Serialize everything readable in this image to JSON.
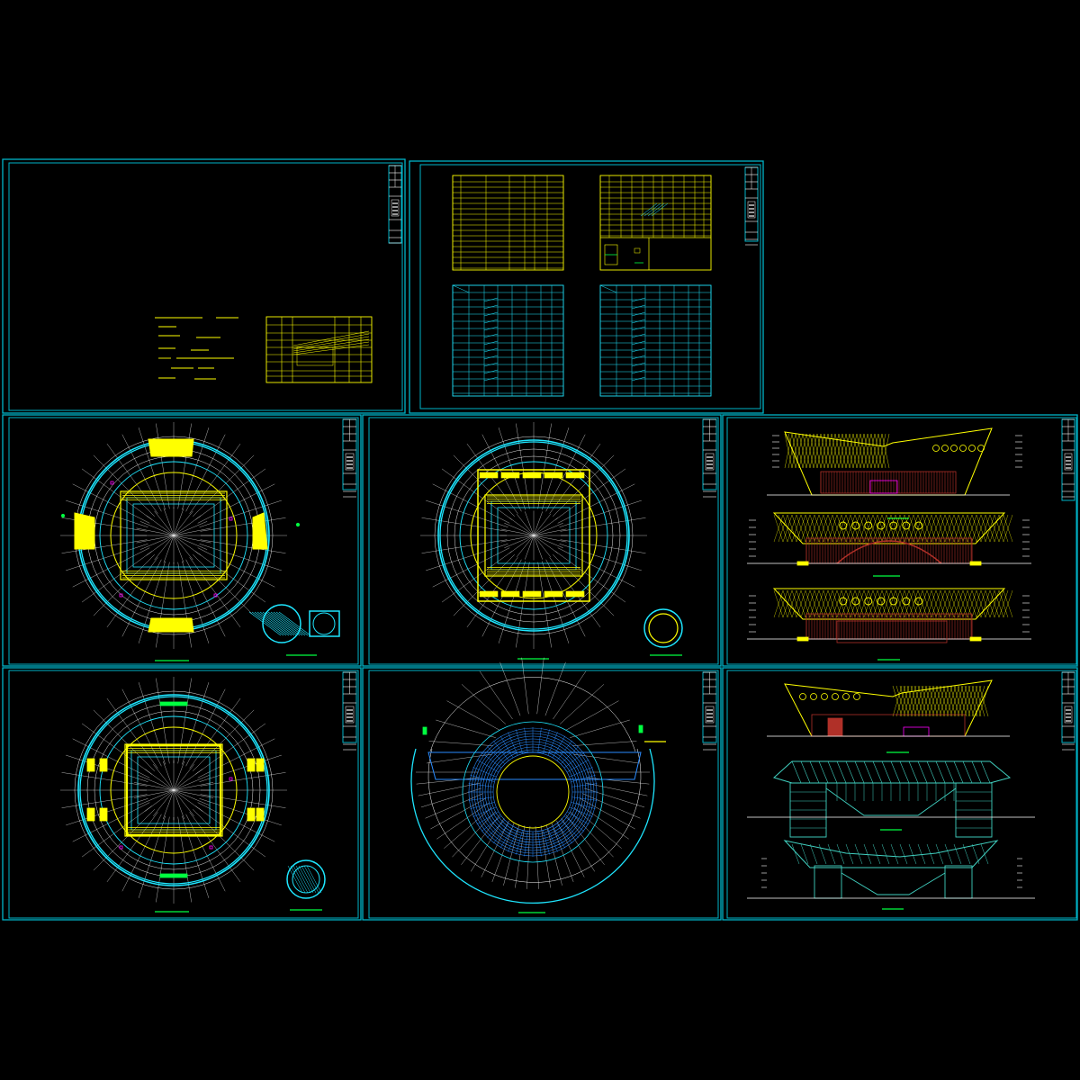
{
  "canvas": {
    "background": "#000000"
  },
  "colors": {
    "frame": "#00b4c8",
    "cyan": "#1ee6ff",
    "yellow": "#ffff00",
    "white": "#ffffff",
    "magenta": "#ff00ff",
    "green": "#00ff40",
    "brick": "#b03028",
    "teal": "#40d0c0",
    "blue": "#2a8cff"
  },
  "sheets": [
    {
      "id": "sheet-notes",
      "content": "design-notes"
    },
    {
      "id": "sheet-schedules",
      "content": "schedule-tables"
    },
    {
      "id": "sheet-plan-1",
      "content": "floor-plan-ground"
    },
    {
      "id": "sheet-plan-2",
      "content": "floor-plan-upper"
    },
    {
      "id": "sheet-elevations-1",
      "content": "elevations"
    },
    {
      "id": "sheet-plan-3",
      "content": "floor-plan-mid"
    },
    {
      "id": "sheet-roof",
      "content": "roof-plan"
    },
    {
      "id": "sheet-sections",
      "content": "elevation-and-sections"
    }
  ],
  "icons": [
    "north-arrow",
    "detail-circle",
    "title-block"
  ]
}
